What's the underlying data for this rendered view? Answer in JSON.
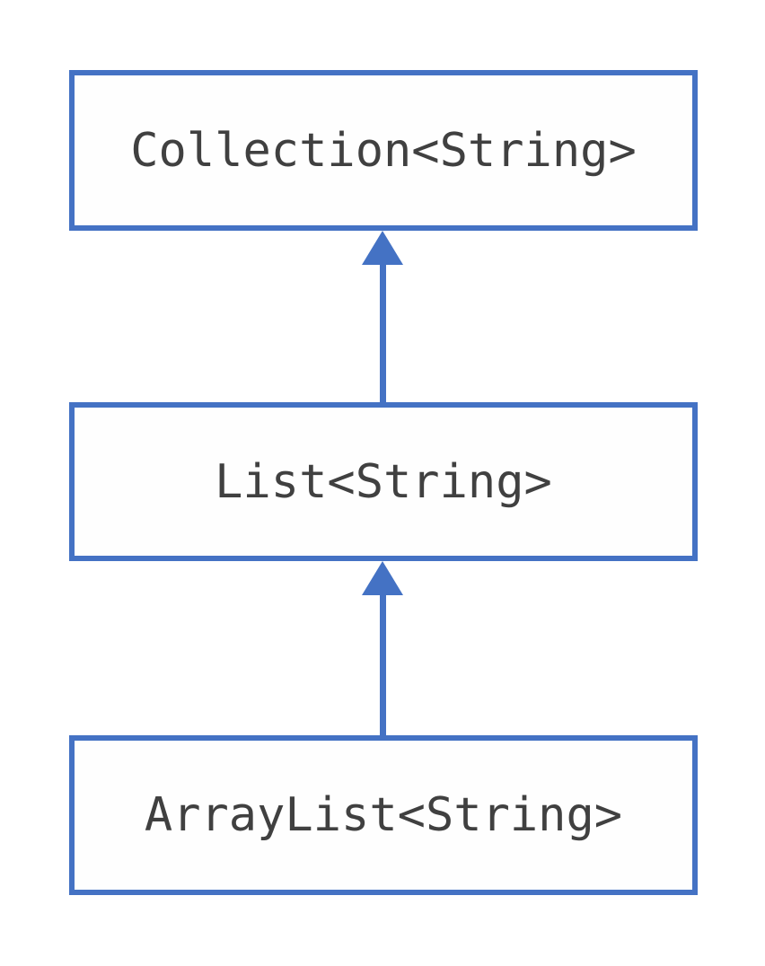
{
  "diagram": {
    "type": "inheritance-hierarchy",
    "accent_color": "#4472C4",
    "text_color": "#404040",
    "background_color": "#ffffff",
    "nodes": [
      {
        "id": "collection",
        "label": "Collection<String>"
      },
      {
        "id": "list",
        "label": "List<String>"
      },
      {
        "id": "arraylist",
        "label": "ArrayList<String>"
      }
    ],
    "edges": [
      {
        "from": "list",
        "to": "collection",
        "direction": "up",
        "style": "solid-filled-arrowhead"
      },
      {
        "from": "arraylist",
        "to": "list",
        "direction": "up",
        "style": "solid-filled-arrowhead"
      }
    ]
  }
}
